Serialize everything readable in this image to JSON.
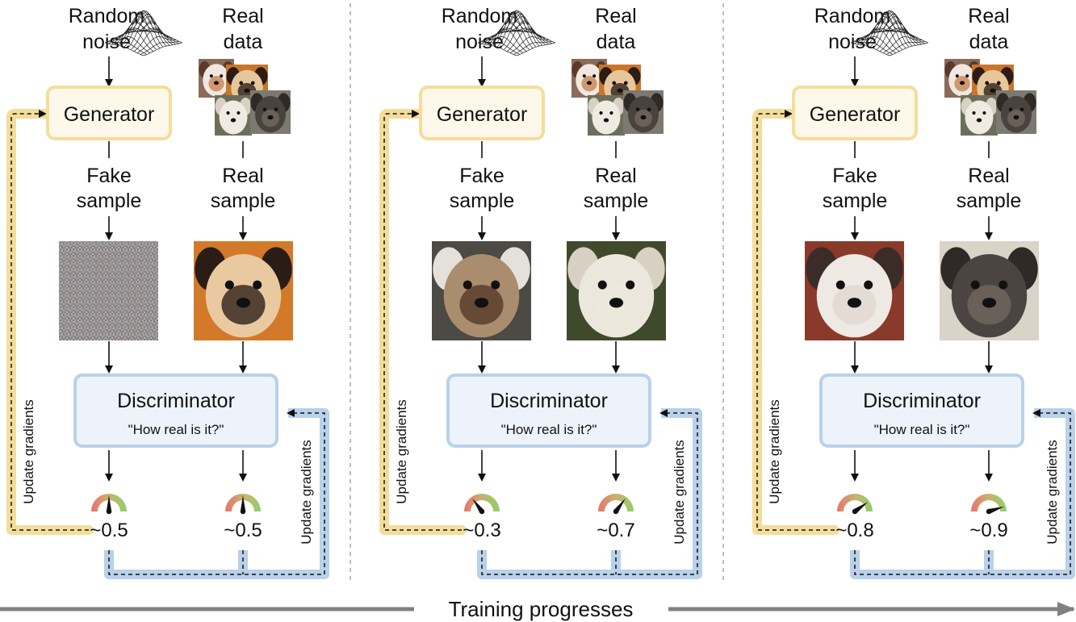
{
  "panels": [
    {
      "noise_label": [
        "Random",
        "noise"
      ],
      "data_label": [
        "Real",
        "data"
      ],
      "generator_label": "Generator",
      "fake_label": [
        "Fake",
        "sample"
      ],
      "real_label": [
        "Real",
        "sample"
      ],
      "fake_image": "noise",
      "real_image": "pug",
      "discriminator_label": "Discriminator",
      "discriminator_question": "\"How real is it?\"",
      "fake_score": 0.5,
      "real_score": 0.5,
      "fake_score_label": "~0.5",
      "real_score_label": "~0.5",
      "gen_update_label": "Update gradients",
      "disc_update_label": "Update gradients"
    },
    {
      "noise_label": [
        "Random",
        "noise"
      ],
      "data_label": [
        "Real",
        "data"
      ],
      "generator_label": "Generator",
      "fake_label": [
        "Fake",
        "sample"
      ],
      "real_label": [
        "Real",
        "sample"
      ],
      "fake_image": "blurry-dog",
      "real_image": "white-terrier",
      "discriminator_label": "Discriminator",
      "discriminator_question": "\"How real is it?\"",
      "fake_score": 0.3,
      "real_score": 0.7,
      "fake_score_label": "~0.3",
      "real_score_label": "~0.7",
      "gen_update_label": "Update gradients",
      "disc_update_label": "Update gradients"
    },
    {
      "noise_label": [
        "Random",
        "noise"
      ],
      "data_label": [
        "Real",
        "data"
      ],
      "generator_label": "Generator",
      "fake_label": [
        "Fake",
        "sample"
      ],
      "real_label": [
        "Real",
        "sample"
      ],
      "fake_image": "husky-like",
      "real_image": "old-dog",
      "discriminator_label": "Discriminator",
      "discriminator_question": "\"How real is it?\"",
      "fake_score": 0.8,
      "real_score": 0.9,
      "fake_score_label": "~0.8",
      "real_score_label": "~0.9",
      "gen_update_label": "Update gradients",
      "disc_update_label": "Update gradients"
    }
  ],
  "footer": {
    "label": "Training progresses"
  },
  "colors": {
    "generator_fill": "#fdf8ea",
    "generator_stroke": "#f4dd9b",
    "discriminator_fill": "#edf3fa",
    "discriminator_stroke": "#b9d1ea",
    "gen_loop": "#f4dd9b",
    "disc_loop": "#b9d1ea",
    "gauge_low": "#e9736b",
    "gauge_high": "#8fd16a",
    "progress_arrow": "#808080",
    "divider": "#9a9a9a"
  }
}
